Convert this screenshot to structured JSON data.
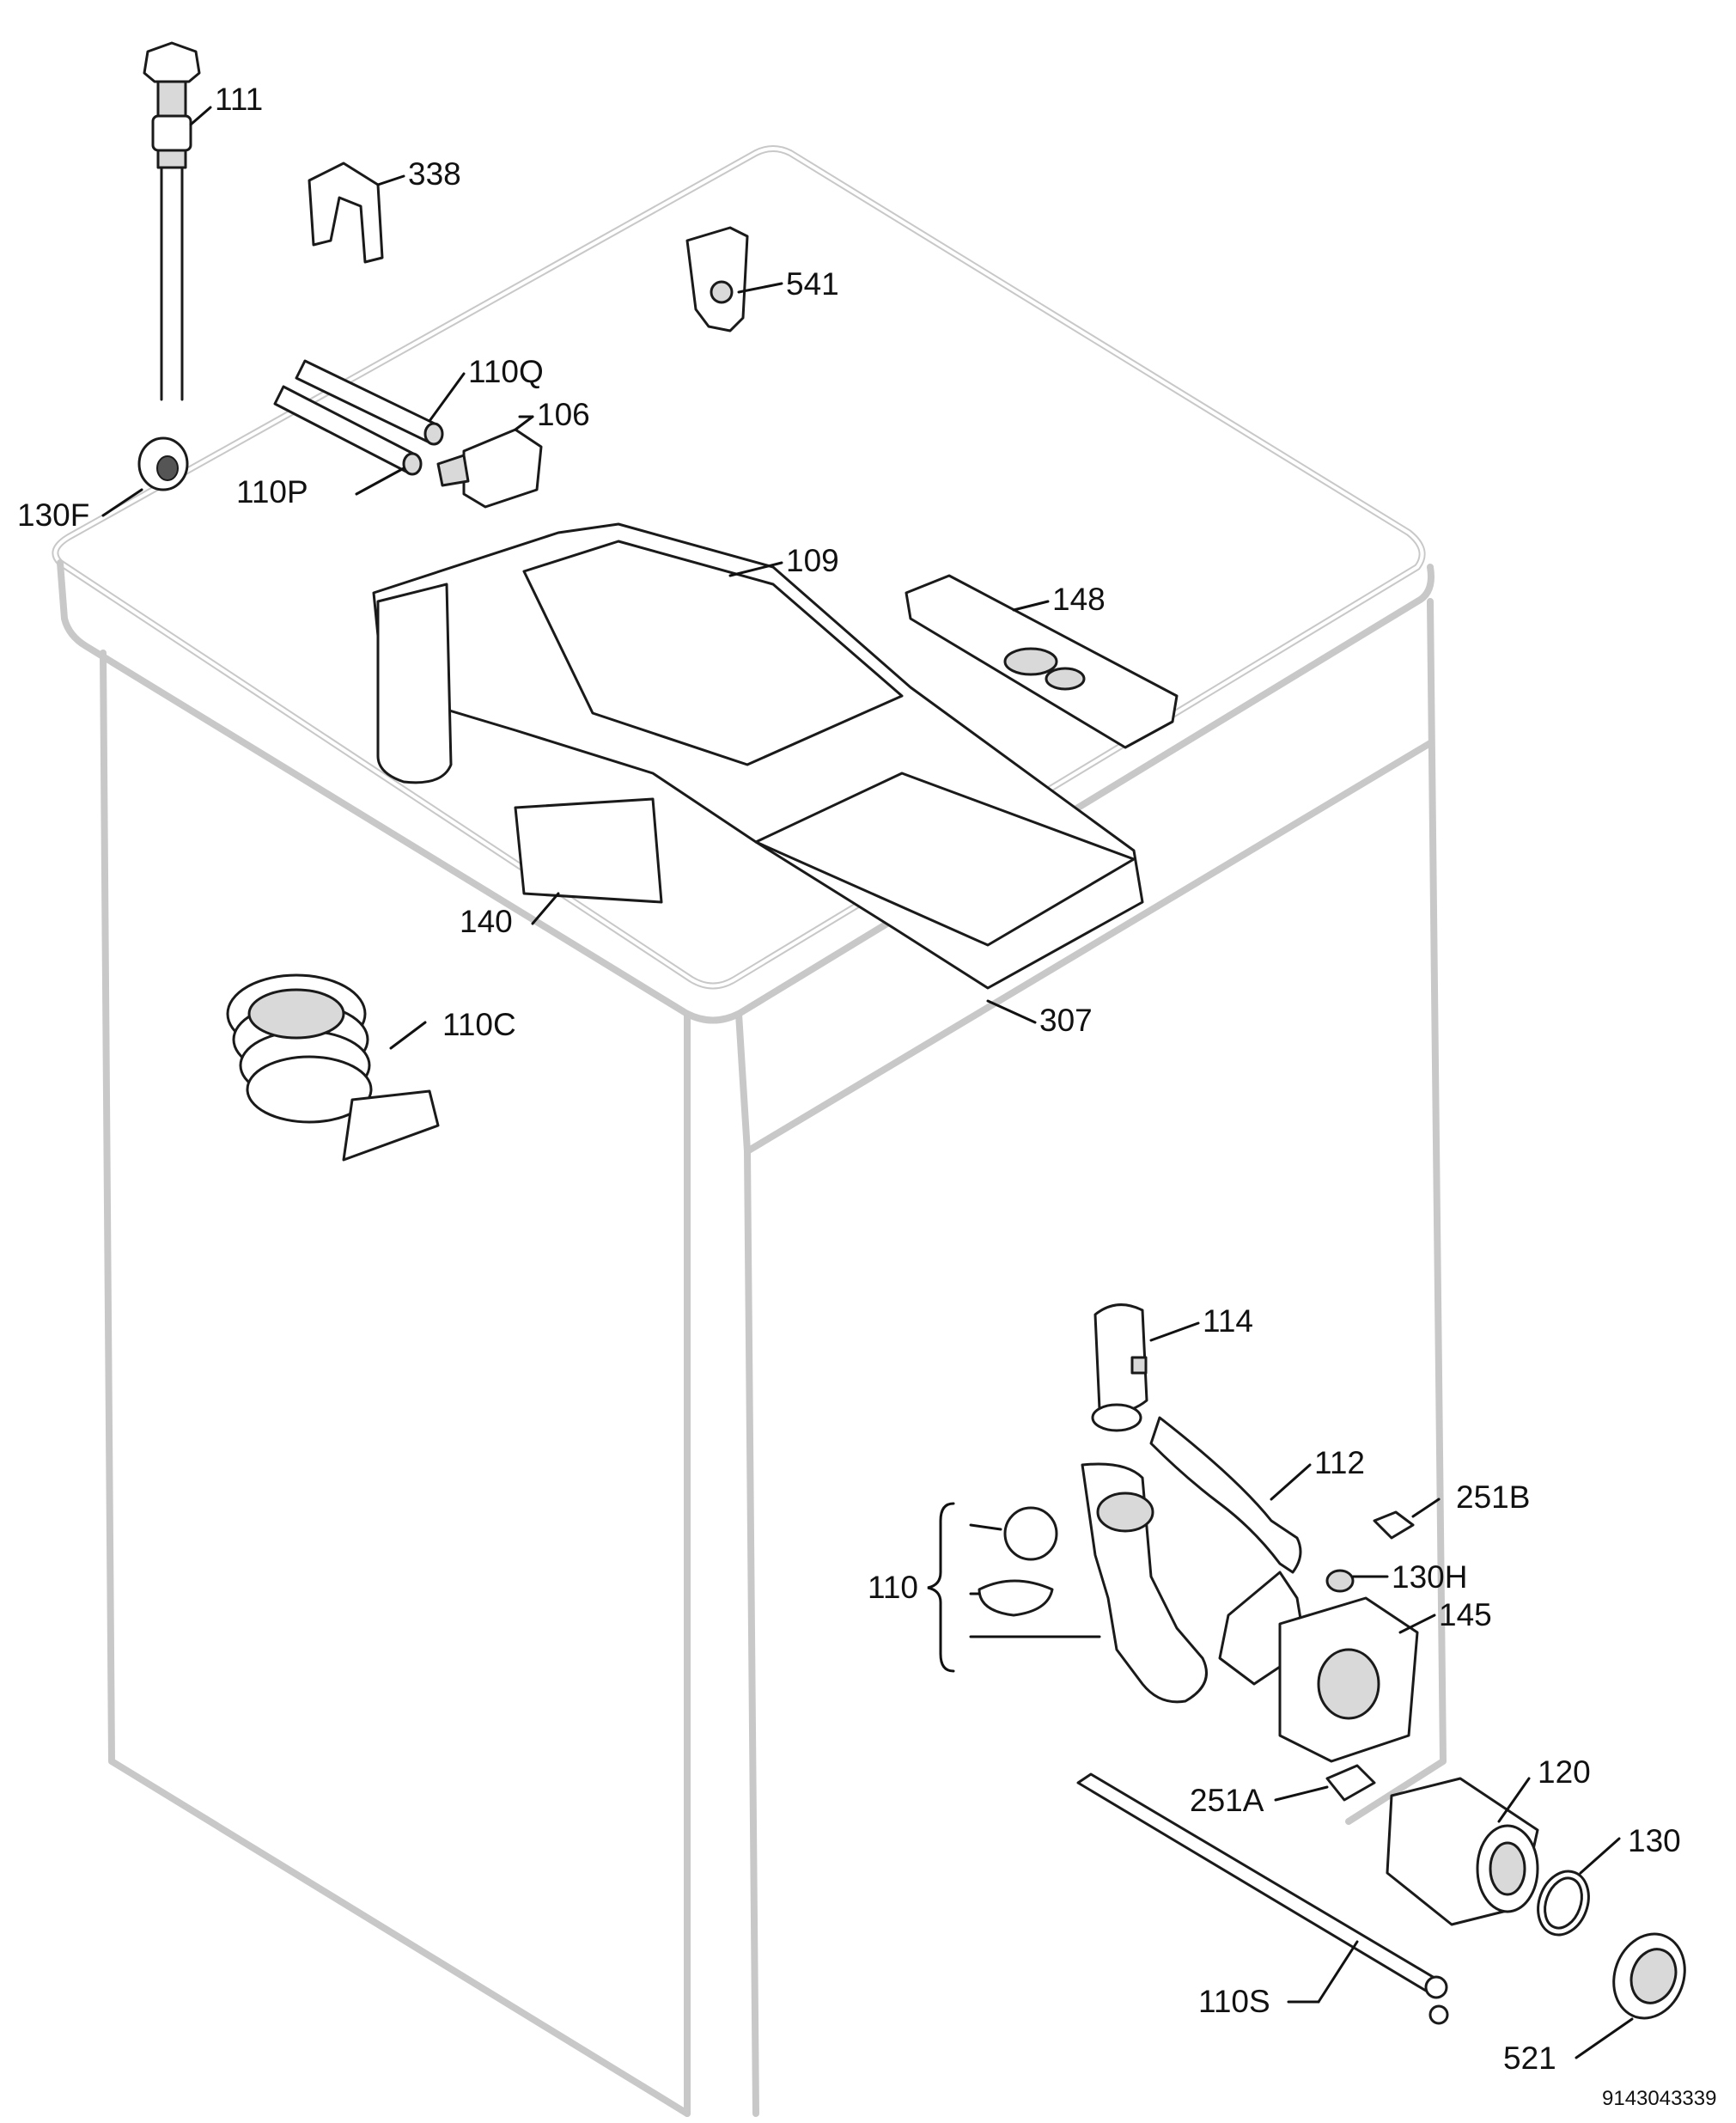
{
  "callouts": {
    "c111": "111",
    "c338": "338",
    "c541": "541",
    "c110Q": "110Q",
    "c106": "106",
    "c110P": "110P",
    "c130F": "130F",
    "c109": "109",
    "c148": "148",
    "c140": "140",
    "c307": "307",
    "c110C": "110C",
    "c114": "114",
    "c112": "112",
    "c251B": "251B",
    "c110": "110",
    "c130H": "130H",
    "c145": "145",
    "c120": "120",
    "c251A": "251A",
    "c130": "130",
    "c110S": "110S",
    "c521": "521"
  },
  "document_number": "9143043339"
}
